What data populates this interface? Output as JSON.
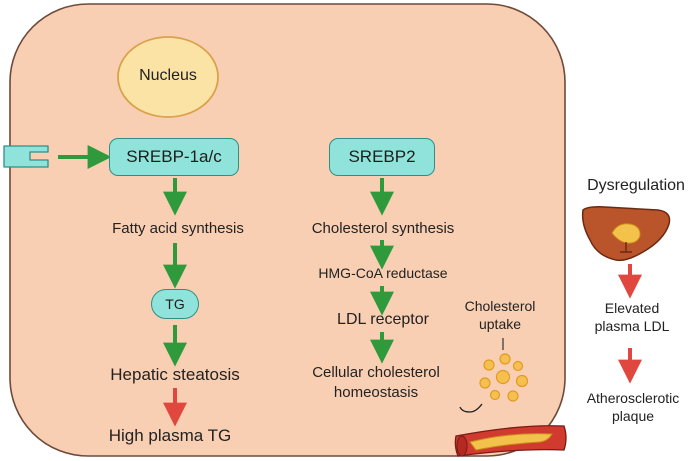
{
  "nucleus": "Nucleus",
  "srebp1": "SREBP-1a/c",
  "srebp2": "SREBP2",
  "left_pathway": {
    "fatty_acid": "Fatty acid synthesis",
    "tg": "TG",
    "steatosis": "Hepatic steatosis",
    "plasma_tg": "High plasma TG"
  },
  "middle_pathway": {
    "chol_synth": "Cholesterol synthesis",
    "hmg": "HMG-CoA reductase",
    "ldl_receptor": "LDL receptor",
    "homeostasis_1": "Cellular cholesterol",
    "homeostasis_2": "homeostasis"
  },
  "uptake": {
    "line1": "Cholesterol",
    "line2": "uptake"
  },
  "dysregulation": {
    "title": "Dysregulation",
    "ldl_1": "Elevated",
    "ldl_2": "plasma LDL",
    "plaque_1": "Atherosclerotic",
    "plaque_2": "plaque"
  },
  "colors": {
    "cell_fill": "#f9cfb3",
    "cell_border": "#6e4a3a",
    "nucleus_fill": "#fbe3a6",
    "nucleus_border": "#d9a24a",
    "pill_fill": "#8fe3da",
    "green_arrow": "#2e9a3c",
    "red_arrow": "#e0473f"
  }
}
